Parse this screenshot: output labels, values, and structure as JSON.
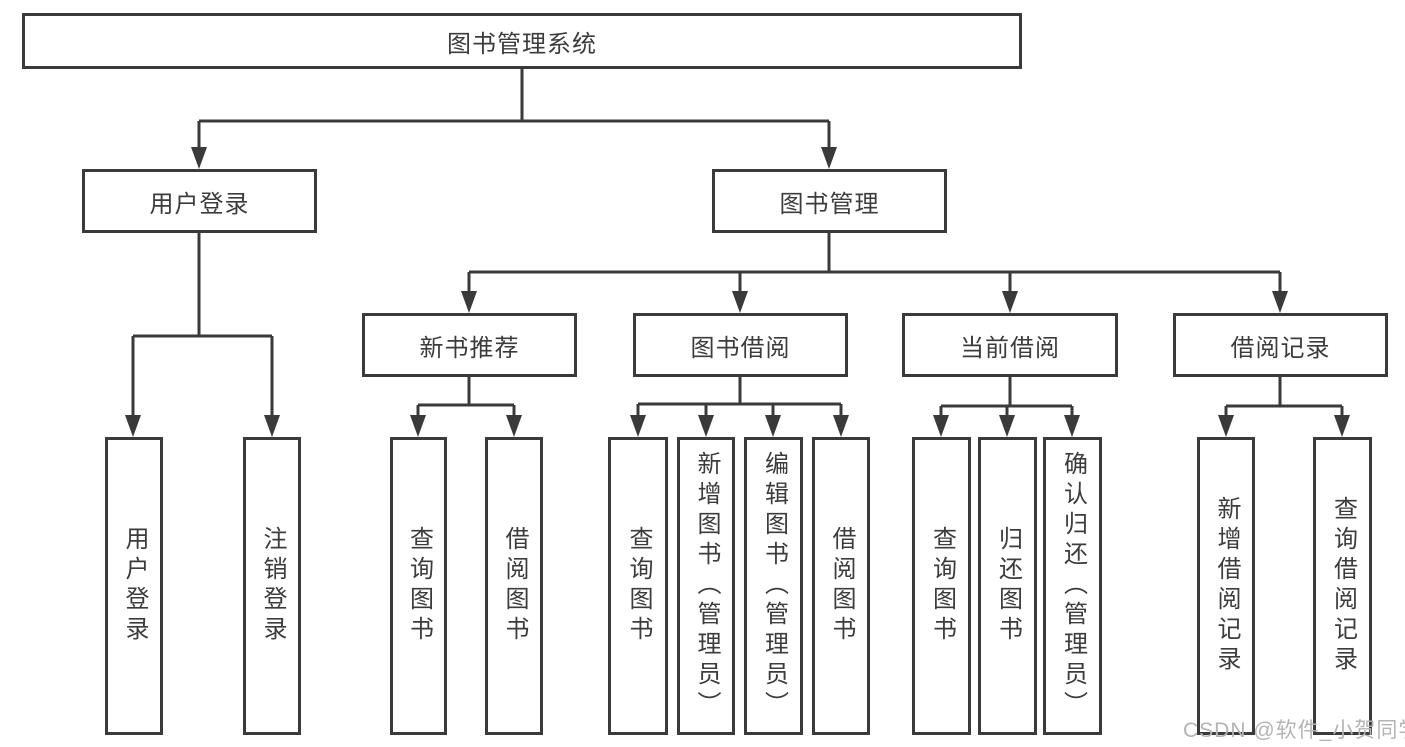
{
  "root": {
    "label": "图书管理系统"
  },
  "branches": {
    "userLogin": {
      "label": "用户登录",
      "children": [
        "用户登录",
        "注销登录"
      ]
    },
    "bookManagement": {
      "label": "图书管理",
      "sections": {
        "newBooks": {
          "label": "新书推荐",
          "children": [
            "查询图书",
            "借阅图书"
          ]
        },
        "borrowing": {
          "label": "图书借阅",
          "children": [
            "查询图书",
            "新增图书（管理员）",
            "编辑图书（管理员）",
            "借阅图书"
          ]
        },
        "currentBorrow": {
          "label": "当前借阅",
          "children": [
            "查询图书",
            "归还图书",
            "确认归还（管理员）"
          ]
        },
        "borrowRecords": {
          "label": "借阅记录",
          "children": [
            "新增借阅记录",
            "查询借阅记录"
          ]
        }
      }
    }
  },
  "watermark": {
    "text": "CSDN @软件_小贺同学"
  },
  "colors": {
    "line": "#3a3a3a",
    "text": "#3c3c3c",
    "watermark": "#b4b4b4",
    "background": "#ffffff"
  }
}
